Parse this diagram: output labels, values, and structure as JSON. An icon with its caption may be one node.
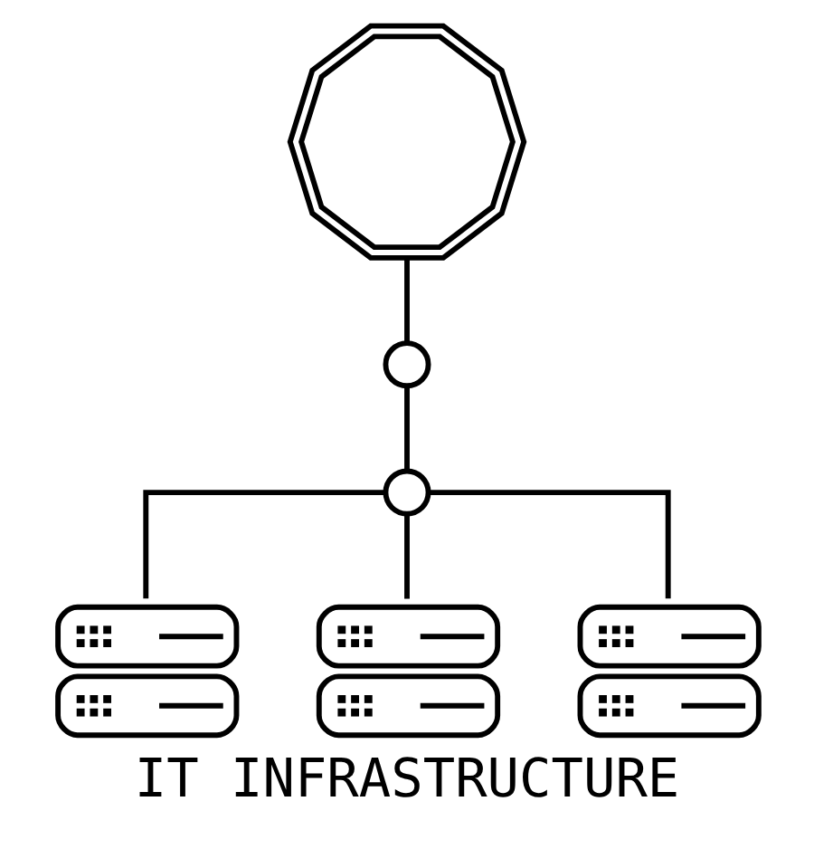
{
  "diagram": {
    "title": "IT INFRASTRUCTURE",
    "nodes": [
      {
        "text": [],
        "shape": "gear"
      },
      {
        "text": [],
        "shape": "circle"
      },
      {
        "text": [],
        "shape": "circle"
      },
      {
        "text": [],
        "shape": "server"
      },
      {
        "text": [],
        "shape": "server"
      },
      {
        "text": [],
        "shape": "server"
      }
    ],
    "edges": [
      {
        "from": 0,
        "to": 1,
        "arrow": "none"
      },
      {
        "from": 1,
        "to": 2,
        "arrow": "none"
      },
      {
        "from": 2,
        "to": 3,
        "arrow": "none"
      },
      {
        "from": 2,
        "to": 4,
        "arrow": "none"
      },
      {
        "from": 2,
        "to": 5,
        "arrow": "none"
      }
    ]
  }
}
